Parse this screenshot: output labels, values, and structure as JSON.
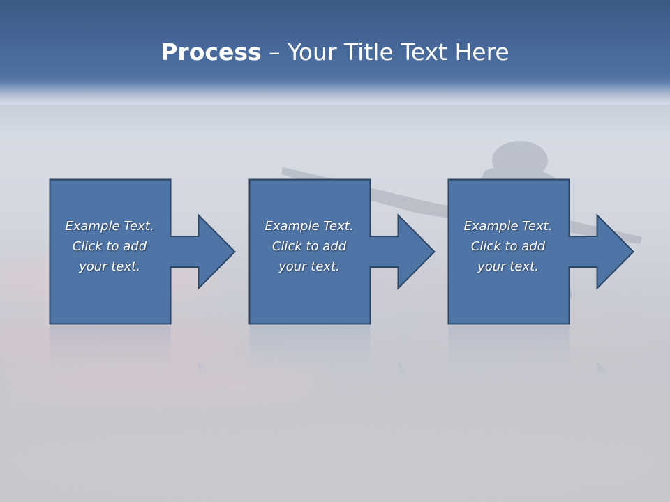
{
  "title": {
    "bold": "Process",
    "rest": " – Your Title Text Here"
  },
  "steps": [
    {
      "line1": "Example Text.",
      "line2": "Click  to add",
      "line3": "your text."
    },
    {
      "line1": "Example Text.",
      "line2": "Click  to add",
      "line3": "your text."
    },
    {
      "line1": "Example Text.",
      "line2": "Click  to add",
      "line3": "your text."
    }
  ],
  "colors": {
    "shape_fill": "#4f74a6",
    "shape_stroke": "#2d4560",
    "title_bar": "#47689a"
  }
}
